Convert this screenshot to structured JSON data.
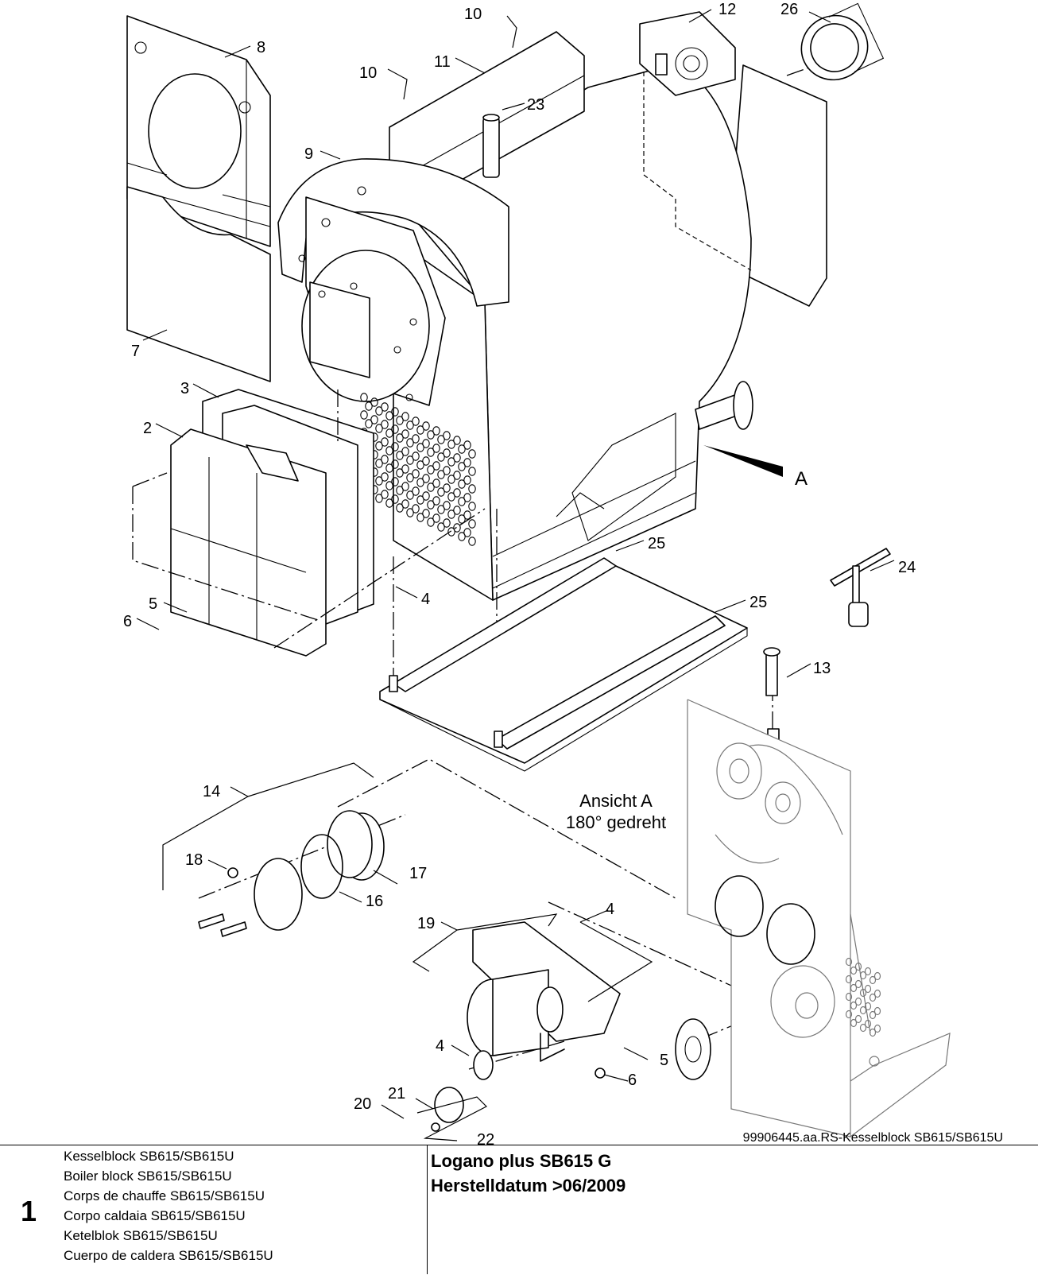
{
  "diagram": {
    "part_numbers": [
      "2",
      "3",
      "4",
      "5",
      "6",
      "7",
      "8",
      "9",
      "10",
      "11",
      "12",
      "13",
      "14",
      "16",
      "17",
      "18",
      "19",
      "20",
      "21",
      "22",
      "23",
      "24",
      "25",
      "26"
    ],
    "view_marker": "A",
    "view_note": [
      "Ansicht A",
      "180° gedreht"
    ],
    "drawing_reference": "99906445.aa.RS-Kesselblock SB615/SB615U"
  },
  "footer": {
    "page_number": "1",
    "titles": [
      "Kesselblock SB615/SB615U",
      "Boiler block SB615/SB615U",
      "Corps de chauffe SB615/SB615U",
      "Corpo caldaia SB615/SB615U",
      "Ketelblok SB615/SB615U",
      "Cuerpo de caldera SB615/SB615U"
    ],
    "product_name": "Logano plus SB615 G",
    "manufacture_date": "Herstelldatum >06/2009"
  }
}
